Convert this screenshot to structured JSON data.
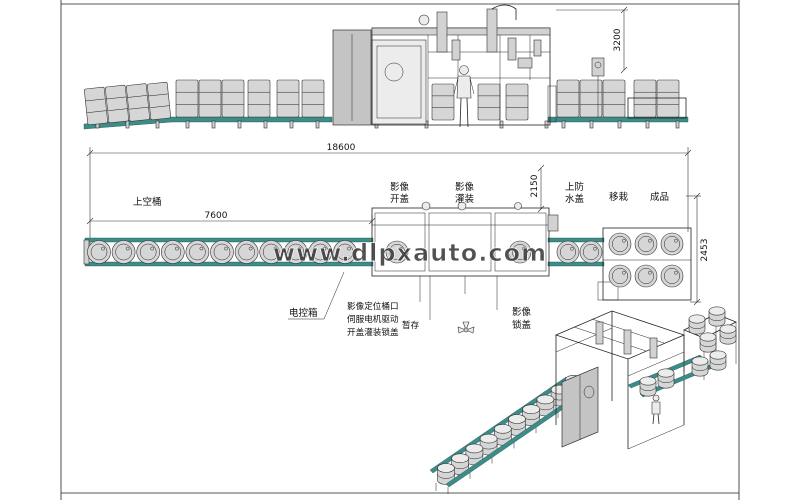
{
  "watermark": "www.dlpxauto.com",
  "dimensions": {
    "overall_height": "3200",
    "overall_length": "18600",
    "infeed_length": "7600",
    "station_offset": "2150",
    "outfeed_width": "2453"
  },
  "labels": {
    "empty_drum_infeed": "上空桶",
    "vision_decap": [
      "影像",
      "开盖"
    ],
    "vision_filling": [
      "影像",
      "灌装"
    ],
    "waterproof_cap": [
      "上防",
      "水盖"
    ],
    "transfer": "移栽",
    "finished": "成品",
    "control_cabinet": "电控箱",
    "process_notes": [
      "影像定位桶口",
      "伺服电机驱动",
      "开盖灌装锁盖"
    ],
    "buffer": "暂存",
    "vision_capping": [
      "影像",
      "锁盖"
    ]
  },
  "colors": {
    "conveyor": "#3d8c88",
    "drum": "#d6d6d6",
    "cabinet": "#c4c4c4",
    "line": "#222222"
  }
}
